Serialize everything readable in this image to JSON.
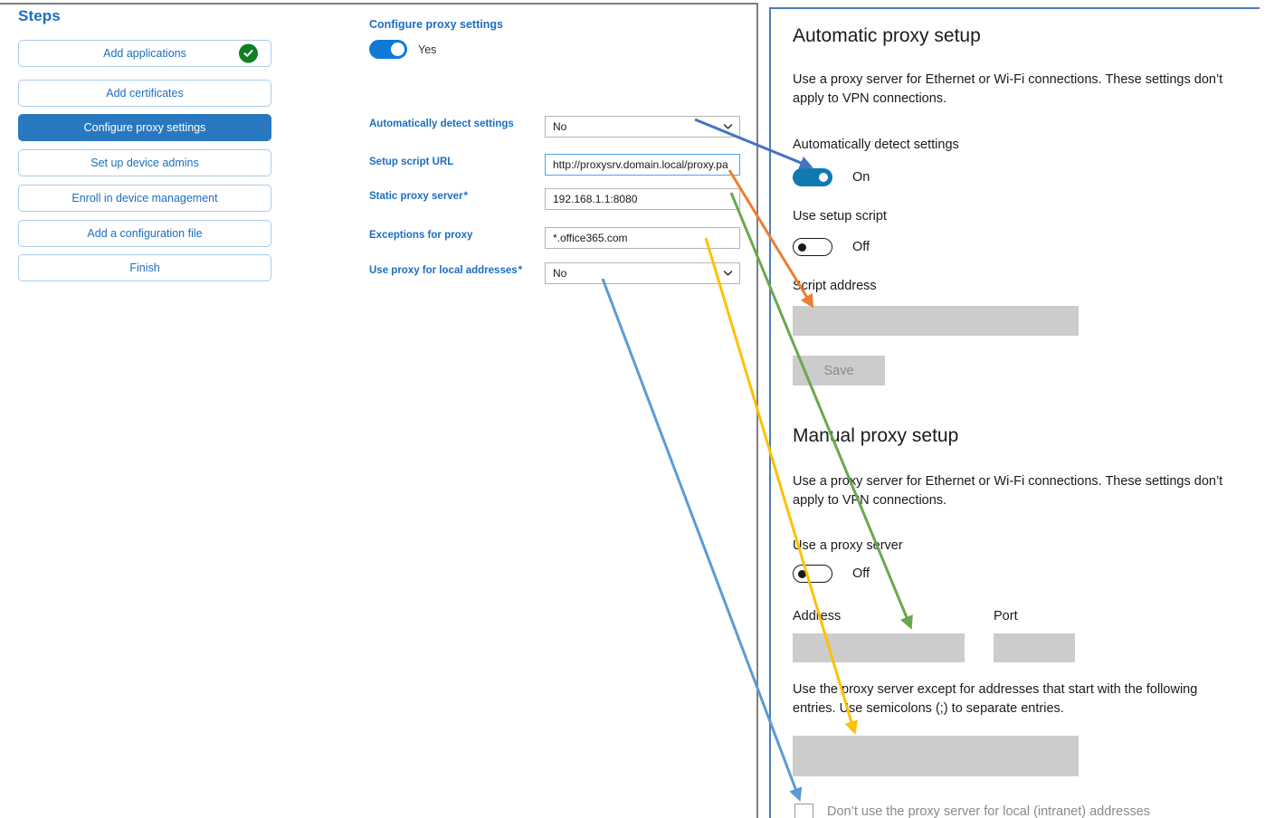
{
  "steps": {
    "title": "Steps",
    "items": [
      {
        "label": "Add applications",
        "state": "done",
        "icon": "check-circle-icon"
      },
      {
        "label": "Add certificates",
        "state": "normal"
      },
      {
        "label": "Configure proxy settings",
        "state": "active"
      },
      {
        "label": "Set up device admins",
        "state": "normal"
      },
      {
        "label": "Enroll in device management",
        "state": "normal"
      },
      {
        "label": "Add a configuration file",
        "state": "normal"
      },
      {
        "label": "Finish",
        "state": "normal"
      }
    ]
  },
  "form": {
    "heading": "Configure proxy settings",
    "master_toggle": {
      "value": "Yes",
      "state": "on"
    },
    "fields": [
      {
        "label": "Automatically detect settings",
        "required": false,
        "type": "select",
        "value": "No",
        "icon": "chevron-down-icon"
      },
      {
        "label": "Setup script URL",
        "required": false,
        "type": "text",
        "value": "http://proxysrv.domain.local/proxy.pa",
        "focused": true
      },
      {
        "label": "Static proxy server",
        "required": true,
        "type": "text",
        "value": "192.168.1.1:8080"
      },
      {
        "label": "Exceptions for proxy",
        "required": true,
        "type": "text",
        "value": "*.office365.com"
      },
      {
        "label": "Use proxy for local addresses",
        "required": true,
        "type": "select",
        "value": "No",
        "icon": "chevron-down-icon"
      }
    ]
  },
  "settings": {
    "automatic": {
      "heading": "Automatic proxy setup",
      "description": "Use a proxy server for Ethernet or Wi-Fi connections. These settings don’t apply to VPN connections.",
      "detect_label": "Automatically detect settings",
      "detect_state": "On",
      "script_label": "Use setup script",
      "script_state": "Off",
      "script_address_label": "Script address",
      "script_address_value": "",
      "save_label": "Save"
    },
    "manual": {
      "heading": "Manual proxy setup",
      "description": "Use a proxy server for Ethernet or Wi-Fi connections. These settings don’t apply to VPN connections.",
      "use_proxy_label": "Use a proxy server",
      "use_proxy_state": "Off",
      "address_label": "Address",
      "address_value": "",
      "port_label": "Port",
      "port_value": "",
      "exceptions_description": "Use the proxy server except for addresses that start with the following entries. Use semicolons (;) to separate entries.",
      "exceptions_value": "",
      "bypass_label": "Don’t use the proxy server for local (intranet) addresses",
      "bypass_checked": false
    }
  },
  "annotations": {
    "arrows": [
      {
        "name": "arrow-detect-settings",
        "color": "#4472c4",
        "from_label": "Automatically detect settings",
        "to_label": "Automatically detect settings toggle"
      },
      {
        "name": "arrow-setup-script-url",
        "color": "#ed7d31",
        "from_label": "Setup script URL",
        "to_label": "Script address box"
      },
      {
        "name": "arrow-static-proxy-server",
        "color": "#6aa84f",
        "from_label": "Static proxy server",
        "to_label": "Address box"
      },
      {
        "name": "arrow-exceptions-for-proxy",
        "color": "#ffc000",
        "from_label": "Exceptions for proxy",
        "to_label": "Exceptions box"
      },
      {
        "name": "arrow-use-proxy-local",
        "color": "#5b9bd5",
        "from_label": "Use proxy for local addresses",
        "to_label": "Don’t use the proxy server for local (intranet) addresses checkbox"
      }
    ]
  },
  "colors": {
    "brand_blue": "#1b6ec2",
    "active_step": "#2878c0",
    "toggle_on": "#0f7ad6",
    "check_green": "#0f8024",
    "win_toggle_on": "#0f7ab0",
    "field_gray": "#cccccc"
  }
}
